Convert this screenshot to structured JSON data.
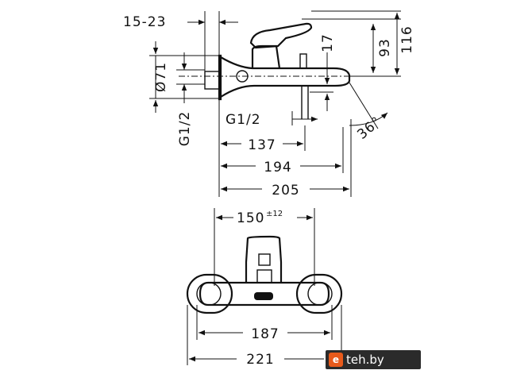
{
  "dimensions": {
    "d15_23": "15-23",
    "d93": "93",
    "d116": "116",
    "d17": "17",
    "d71": "Ø71",
    "g12_side": "G1/2",
    "g12_mid": "G1/2",
    "angle": "36°",
    "d137": "137",
    "d194": "194",
    "d205": "205",
    "d150": "150",
    "d150_tol": "±12",
    "d187": "187",
    "d221": "221"
  },
  "watermark": {
    "logo_glyph": "e",
    "text": "teh.by"
  }
}
